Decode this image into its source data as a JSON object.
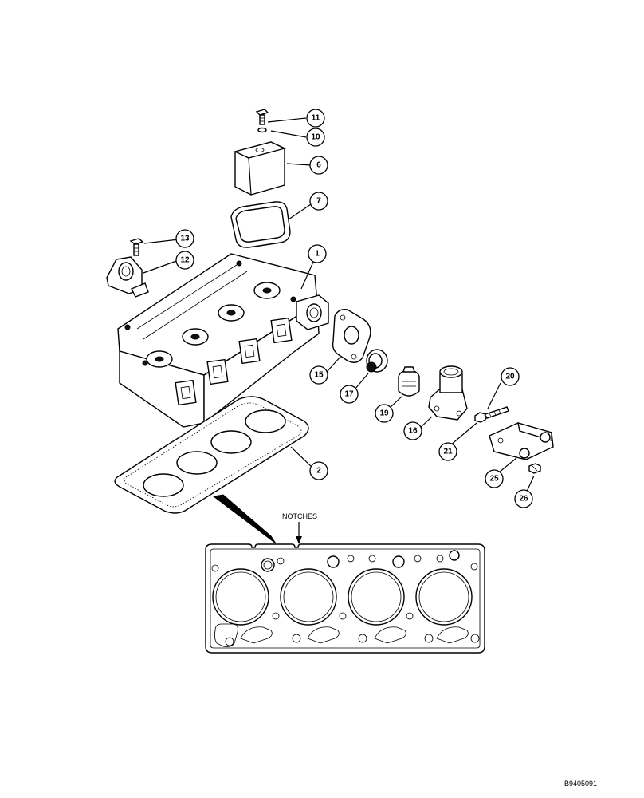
{
  "figure": {
    "notches_label": "NOTCHES",
    "figure_id": "B9405091"
  },
  "callouts": [
    {
      "id": "11",
      "label": "11"
    },
    {
      "id": "10",
      "label": "10"
    },
    {
      "id": "6",
      "label": "6"
    },
    {
      "id": "7",
      "label": "7"
    },
    {
      "id": "13",
      "label": "13"
    },
    {
      "id": "12",
      "label": "12"
    },
    {
      "id": "1",
      "label": "1"
    },
    {
      "id": "15",
      "label": "15"
    },
    {
      "id": "17",
      "label": "17"
    },
    {
      "id": "19",
      "label": "19"
    },
    {
      "id": "16",
      "label": "16"
    },
    {
      "id": "20",
      "label": "20"
    },
    {
      "id": "21",
      "label": "21"
    },
    {
      "id": "25",
      "label": "25"
    },
    {
      "id": "26",
      "label": "26"
    },
    {
      "id": "2",
      "label": "2"
    }
  ]
}
